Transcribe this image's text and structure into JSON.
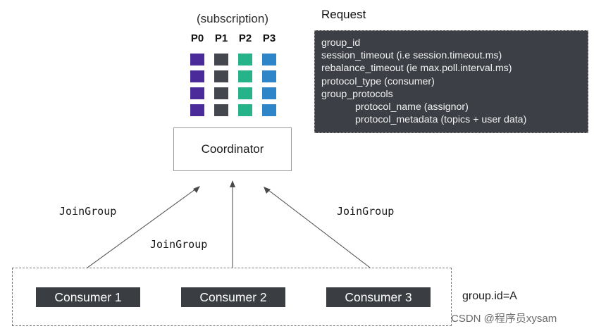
{
  "subscription": {
    "label": "(subscription)",
    "partitions": [
      {
        "label": "P0",
        "color": "#4b2a9a"
      },
      {
        "label": "P1",
        "color": "#45474f"
      },
      {
        "label": "P2",
        "color": "#26b38a"
      },
      {
        "label": "P3",
        "color": "#2e86c8"
      }
    ],
    "cells_per_partition": 4
  },
  "coordinator": {
    "label": "Coordinator"
  },
  "request": {
    "title": "Request",
    "lines": [
      "group_id",
      "session_timeout (i.e session.timeout.ms)",
      "rebalance_timeout (ie max.poll.interval.ms)",
      "protocol_type (consumer)",
      "group_protocols",
      "protocol_name (assignor)",
      "protocol_metadata (topics + user data)"
    ],
    "background_color": "#3c3f45"
  },
  "join_labels": [
    "JoinGroup",
    "JoinGroup",
    "JoinGroup"
  ],
  "consumers": [
    "Consumer 1",
    "Consumer 2",
    "Consumer 3"
  ],
  "group_label": "group.id=A",
  "watermark": "CSDN @程序员xysam"
}
